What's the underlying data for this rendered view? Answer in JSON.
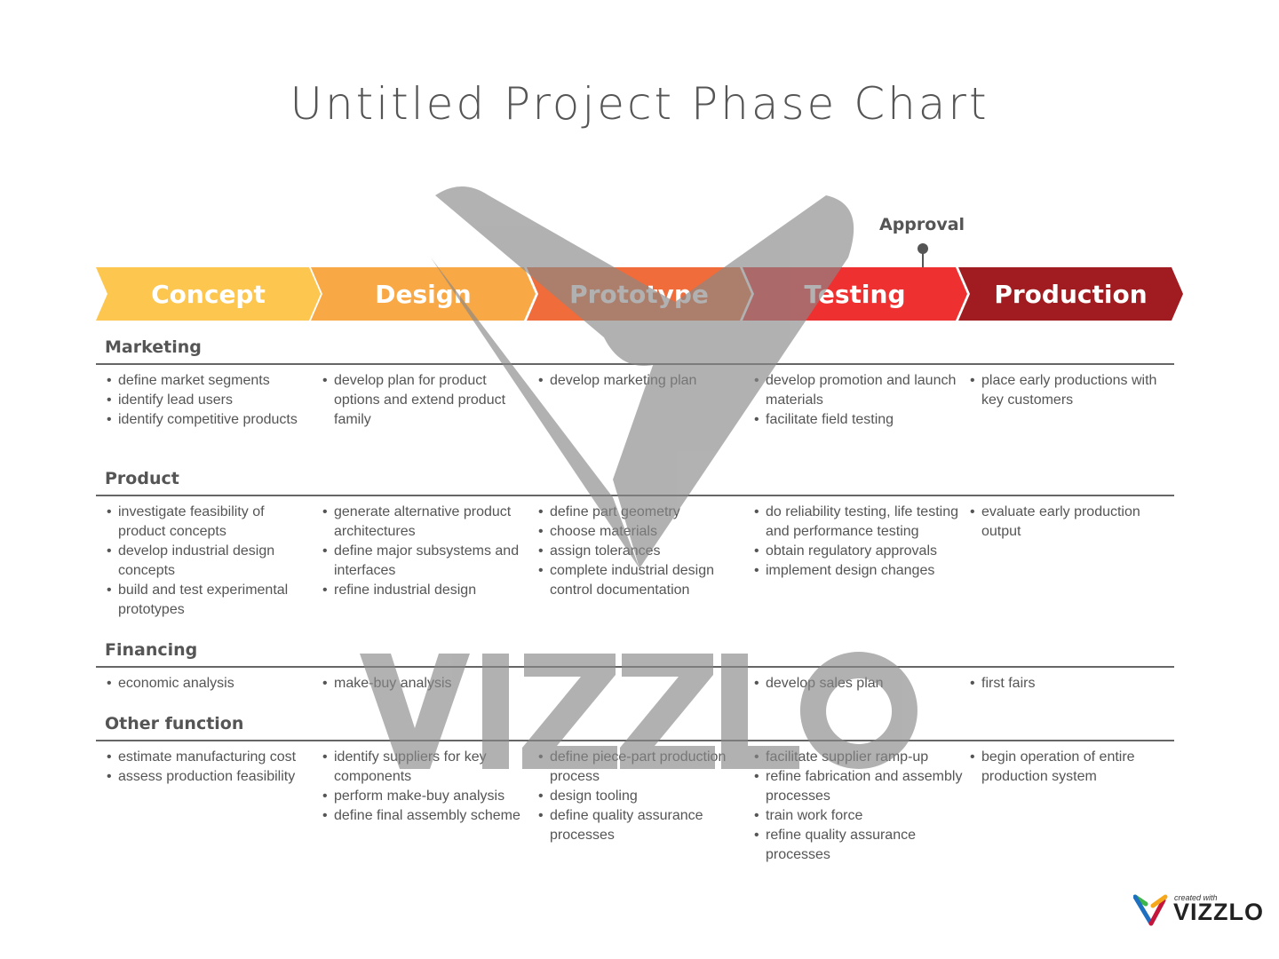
{
  "title": "Untitled Project Phase Chart",
  "approval_label": "Approval",
  "phases": [
    {
      "label": "Concept",
      "color": "#fcc64f"
    },
    {
      "label": "Design",
      "color": "#f9a846"
    },
    {
      "label": "Prototype",
      "color": "#f06c3a"
    },
    {
      "label": "Testing",
      "color": "#ef3030"
    },
    {
      "label": "Production",
      "color": "#a01c20"
    }
  ],
  "sections": [
    {
      "name": "Marketing",
      "cells": [
        [
          "define market segments",
          "identify lead users",
          "identify competitive products"
        ],
        [
          "develop plan for product options and extend product family"
        ],
        [
          "develop marketing plan"
        ],
        [
          "develop promotion and launch materials",
          "facilitate field testing"
        ],
        [
          "place early productions with key customers"
        ]
      ]
    },
    {
      "name": "Product",
      "cells": [
        [
          "investigate feasibility of product concepts",
          "develop industrial design concepts",
          "build and test experimental prototypes"
        ],
        [
          "generate alternative product architectures",
          "define major subsystems and interfaces",
          "refine industrial design"
        ],
        [
          "define part geometry",
          "choose materials",
          "assign tolerances",
          "complete industrial design control documentation"
        ],
        [
          "do reliability testing, life testing and performance testing",
          "obtain regulatory approvals",
          "implement design changes"
        ],
        [
          "evaluate early production output"
        ]
      ]
    },
    {
      "name": "Financing",
      "cells": [
        [
          "economic analysis"
        ],
        [
          "make-buy analysis"
        ],
        [],
        [
          "develop sales plan"
        ],
        [
          "first fairs"
        ]
      ]
    },
    {
      "name": "Other function",
      "cells": [
        [
          "estimate manufacturing cost",
          "assess production feasibility"
        ],
        [
          "identify suppliers for key components",
          "perform make-buy analysis",
          "define final assembly scheme"
        ],
        [
          "define piece-part production process",
          "design tooling",
          "define quality assurance processes"
        ],
        [
          "facilitate supplier ramp-up",
          "refine fabrication and assembly processes",
          "train work force",
          "refine quality assurance processes"
        ],
        [
          "begin operation of entire production system"
        ]
      ]
    }
  ],
  "watermark": "VIZZLO",
  "logo": {
    "small": "created with",
    "big": "VIZZLO"
  }
}
